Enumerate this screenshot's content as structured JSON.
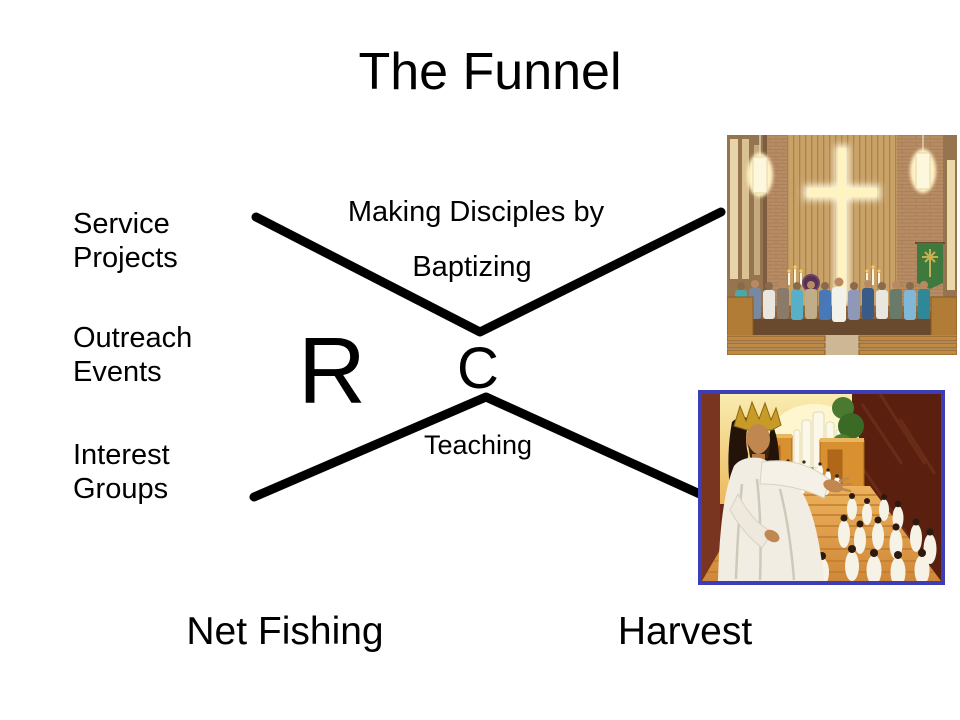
{
  "slide": {
    "title": "The Funnel",
    "background_color": "#ffffff",
    "text_color": "#000000",
    "line_color": "#000000"
  },
  "left_labels": {
    "service": {
      "line1": "Service",
      "line2": "Projects"
    },
    "outreach": {
      "line1": "Outreach",
      "line2": "Events"
    },
    "interest": {
      "line1": "Interest",
      "line2": "Groups"
    }
  },
  "center": {
    "making_disciples": "Making Disciples by",
    "baptizing": "Baptizing",
    "teaching": "Teaching",
    "letter_r": "R",
    "letter_c": "C"
  },
  "bottom_labels": {
    "net_fishing": "Net Fishing",
    "harvest": "Harvest"
  },
  "images": {
    "church": {
      "name": "church-communion-photo",
      "description": "Congregation standing at the altar rail of a brick church sanctuary with a tall glowing cross, hanging lamps, candles and a green banner"
    },
    "jesus": {
      "name": "jesus-harvest-painting",
      "description": "Painting of crowned Jesus in white robes welcoming crowds of white-robed people up golden stairs toward a shining heavenly city",
      "border_color": "#3d3db5"
    }
  }
}
